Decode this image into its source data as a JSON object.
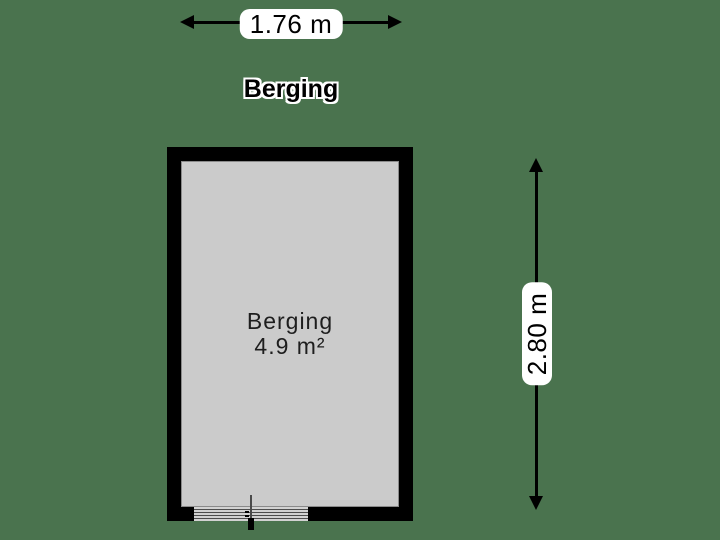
{
  "title": "Berging",
  "room": {
    "name": "Berging",
    "area": "4.9 m²"
  },
  "dimensions": {
    "width": "1.76 m",
    "height": "2.80 m"
  },
  "colors": {
    "background": "#4A734E",
    "wall": "#000000",
    "floor": "#CBCBCB",
    "floor_border": "#8A8A8A",
    "dim_pill_bg": "#FFFFFF",
    "dim_text": "#000000",
    "room_text": "#1E1E1E",
    "threshold_bg": "#D2D2D2",
    "threshold_line": "#4D4D4D",
    "door_marker": "#4A4A4A"
  }
}
